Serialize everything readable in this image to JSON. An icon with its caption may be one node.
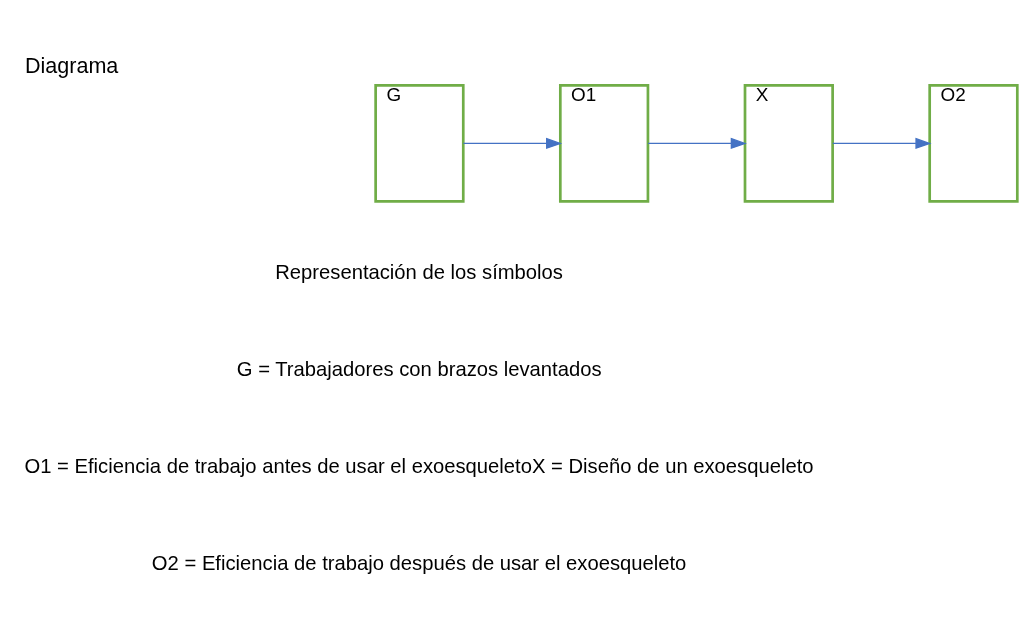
{
  "diagram": {
    "title": "Diagrama",
    "nodes": [
      {
        "text": [
          "G"
        ]
      },
      {
        "text": [
          "O1"
        ]
      },
      {
        "text": [
          "X"
        ]
      },
      {
        "text": [
          "O2"
        ]
      }
    ],
    "edges": [
      {
        "from": 0,
        "to": 1,
        "arrow": "to"
      },
      {
        "from": 1,
        "to": 2,
        "arrow": "to"
      },
      {
        "from": 2,
        "to": 3,
        "arrow": "to"
      }
    ],
    "labels": [
      "Representación de los símbolos",
      "G = Trabajadores con brazos levantados",
      "O1 = Eficiencia de trabajo antes de usar el exoesqueletoX = Diseño de un exoesqueleto",
      "O2 = Eficiencia de trabajo después de usar el exoesqueleto"
    ]
  }
}
